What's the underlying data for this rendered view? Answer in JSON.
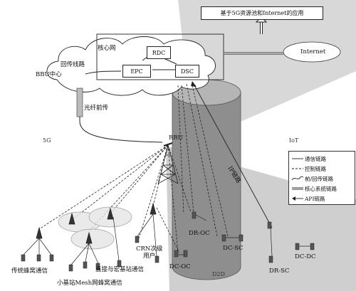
{
  "top_box": "基于5G资源池和Internet的应用",
  "internet": "Internet",
  "core_network": "核心网",
  "backhaul": "回传线路",
  "bbu": "BBU中心",
  "fronthaul": "光纤前传",
  "rdc": "RDC",
  "epc": "EPC",
  "dsc": "DSC",
  "rru": "RRU",
  "region_5g": "5G",
  "region_iot": "IoT",
  "region_d2d": "D2D",
  "ip_link": "IP链路",
  "nodes": {
    "dr_oc": "DR-OC",
    "dc_sc": "DC-SC",
    "dc_oc": "DC-OC",
    "dr_sc": "DR-SC",
    "dc_dc": "DC-DC",
    "crn_user": "CRN次级\n用户"
  },
  "captions": {
    "traditional": "传统蜂窝通信",
    "direct_macro": "直接与宏基站通信",
    "mesh": "小基站Mesh网蜂窝通信"
  },
  "legend": [
    "通信链路",
    "控制链路",
    "前/回传链路",
    "核心系统链路",
    "API链路"
  ]
}
